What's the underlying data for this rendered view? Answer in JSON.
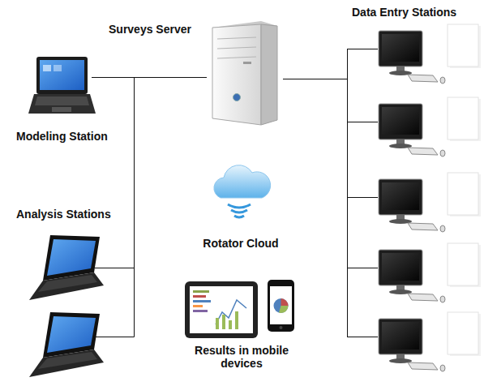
{
  "diagram": {
    "nodes": [
      {
        "text": [
          "Surveys Server"
        ]
      },
      {
        "text": [
          "Modeling Station"
        ]
      },
      {
        "text": [
          "Analysis Stations"
        ]
      },
      {
        "text": [
          "Data Entry Stations"
        ]
      },
      {
        "text": [
          "Rotator Cloud"
        ]
      },
      {
        "text": [
          "Results in mobile devices"
        ]
      }
    ],
    "edges": [
      {
        "from": 1,
        "to": 0,
        "arrow": "none"
      },
      {
        "from": 2,
        "to": 0,
        "arrow": "none"
      },
      {
        "from": 3,
        "to": 0,
        "arrow": "none"
      }
    ]
  }
}
